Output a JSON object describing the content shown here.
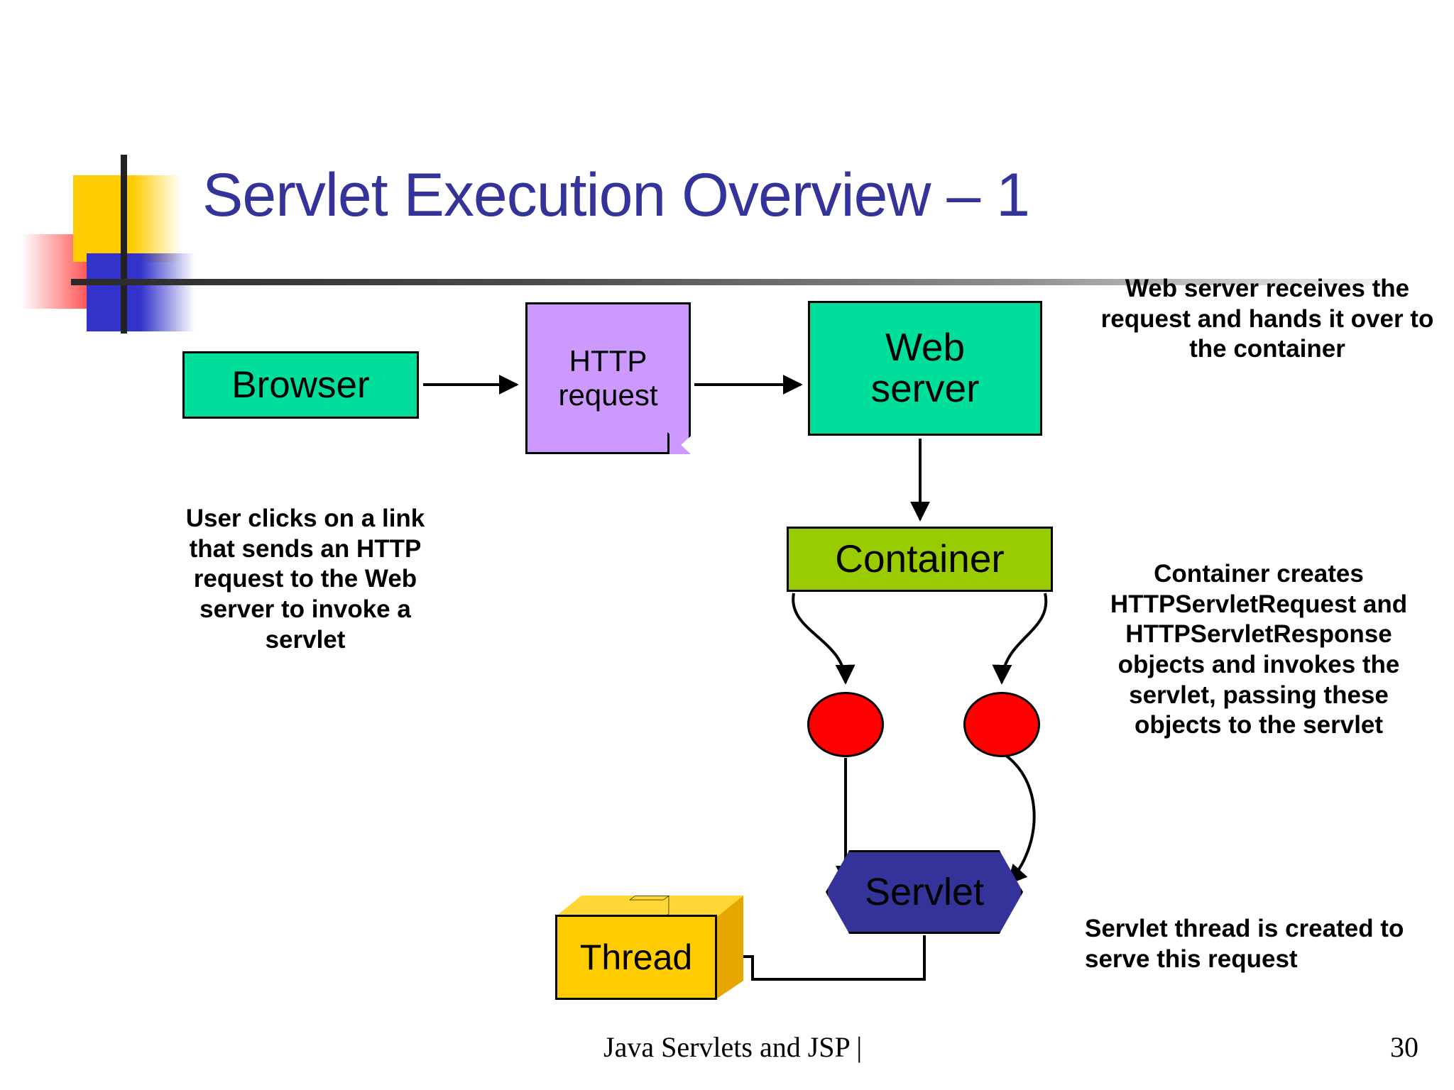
{
  "slide": {
    "title": "Servlet Execution Overview – 1",
    "background_color": "#ffffff",
    "title_color": "#333399"
  },
  "diagram": {
    "browser": {
      "label": "Browser",
      "fill": "#00DE9C"
    },
    "http_note": {
      "line1": "HTTP",
      "line2": "request",
      "fill": "#CC99FF"
    },
    "web_server": {
      "line1": "Web",
      "line2": "server",
      "fill": "#00DE9C"
    },
    "container": {
      "label": "Container",
      "fill": "#99CC00"
    },
    "servlet": {
      "label": "Servlet",
      "fill": "#333399"
    },
    "thread": {
      "label": "Thread",
      "fill": "#FFCC00"
    },
    "objects": {
      "fill": "#FF0000",
      "count": 2
    }
  },
  "annotations": {
    "user": "User clicks on a link that sends an HTTP request to the Web server to invoke a servlet",
    "web_server": "Web server receives the request and hands it over to the container",
    "container": "Container creates HTTPServletRequest and HTTPServletResponse objects and invokes the servlet, passing these objects to the servlet",
    "thread": "Servlet thread is created to serve this request"
  },
  "footer": {
    "text": "Java Servlets and JSP |",
    "page_number": "30"
  }
}
